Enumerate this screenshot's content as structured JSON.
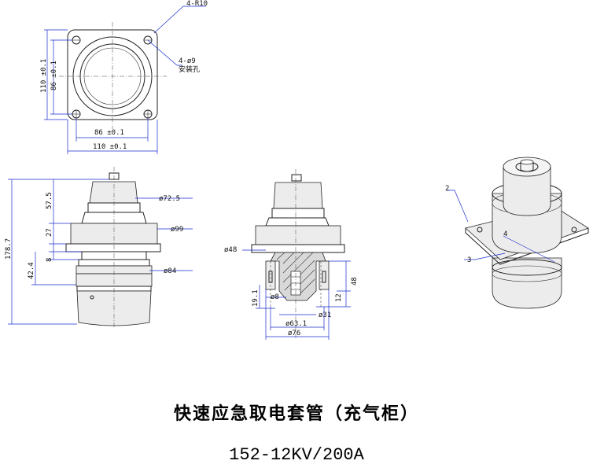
{
  "title": "快速应急取电套管（充气柜）",
  "model": "152-12KV/200A",
  "top_view": {
    "corner_radius": "4-R10",
    "holes": "4-ø9",
    "holes_note": "安装孔",
    "inner_height": "86 ±0.1",
    "outer_height": "110 ±0.1",
    "inner_width": "86 ±0.1",
    "outer_width": "110 ±0.1"
  },
  "side_view": {
    "total_height": "178.7",
    "h_top": "57.5",
    "h_flange": "27",
    "h_thin": "8",
    "h_lower": "42.4",
    "d_top": "ø72.5",
    "d_flange": "ø99",
    "d_body": "ø84"
  },
  "section_view": {
    "d_left": "ø48",
    "d_hole": "ø8",
    "h_bottom": "19.1",
    "h_right": "48",
    "h_small": "12",
    "d_31": "ø31",
    "d_63": "ø63.1",
    "d_76": "ø76"
  },
  "iso_view": {
    "callout_2": "2",
    "callout_3": "3",
    "callout_4": "4"
  }
}
